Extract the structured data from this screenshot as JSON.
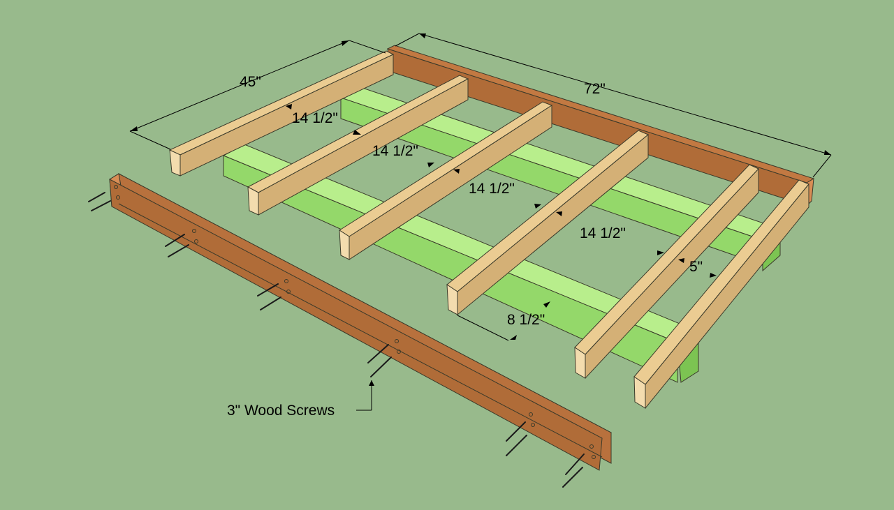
{
  "colors": {
    "background": "#98ba8c",
    "joist_top": "#ebcc92",
    "joist_side": "#d4b076",
    "joist_end": "#f3dcae",
    "rim_top": "#c27942",
    "rim_side": "#a8622f",
    "rim_end": "#d88d55",
    "skid_top": "#b8ee8c",
    "skid_side": "#94d86a",
    "skid_end": "#c8f5a0",
    "edge": "#3a3a2a"
  },
  "dimensions": {
    "width": "45\"",
    "length": "72\"",
    "spacing_1": "14 1/2\"",
    "spacing_2": "14 1/2\"",
    "spacing_3": "14 1/2\"",
    "spacing_4": "14 1/2\"",
    "spacing_end": "5\"",
    "overhang": "8 1/2\""
  },
  "callout": {
    "screws": "3\" Wood Screws"
  }
}
